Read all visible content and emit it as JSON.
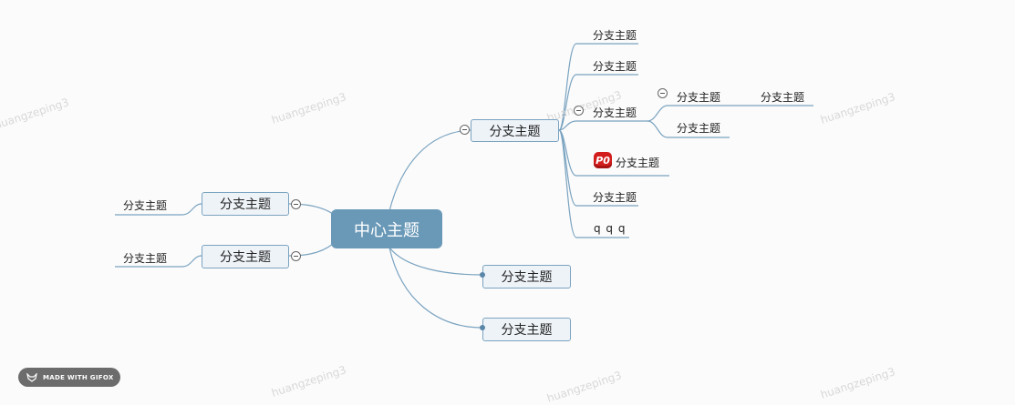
{
  "central": {
    "label": "中心主题"
  },
  "right_main": [
    {
      "label": "分支主题"
    },
    {
      "label": "分支主题"
    },
    {
      "label": "分支主题"
    }
  ],
  "left_main": [
    {
      "label": "分支主题"
    },
    {
      "label": "分支主题"
    }
  ],
  "right_sub": [
    {
      "label": "分支主题"
    },
    {
      "label": "分支主题"
    },
    {
      "label": "分支主题"
    },
    {
      "label": "分支主题"
    },
    {
      "label": "分支主题"
    },
    {
      "label": "q q q"
    }
  ],
  "right_subsub": [
    {
      "label": "分支主题"
    },
    {
      "label": "分支主题"
    }
  ],
  "right_subsubsub": [
    {
      "label": "分支主题"
    }
  ],
  "left_sub": [
    {
      "label": "分支主题"
    },
    {
      "label": "分支主题"
    }
  ],
  "priority_marker": {
    "label": "P0",
    "color": "#d31d1d"
  },
  "watermark": {
    "text": "huangzeping3"
  },
  "badge": {
    "text": "MADE WITH GIFOX"
  },
  "colors": {
    "central_fill": "#6a99b8",
    "main_fill": "#eef3f8",
    "connector": "#7aa3c0"
  }
}
